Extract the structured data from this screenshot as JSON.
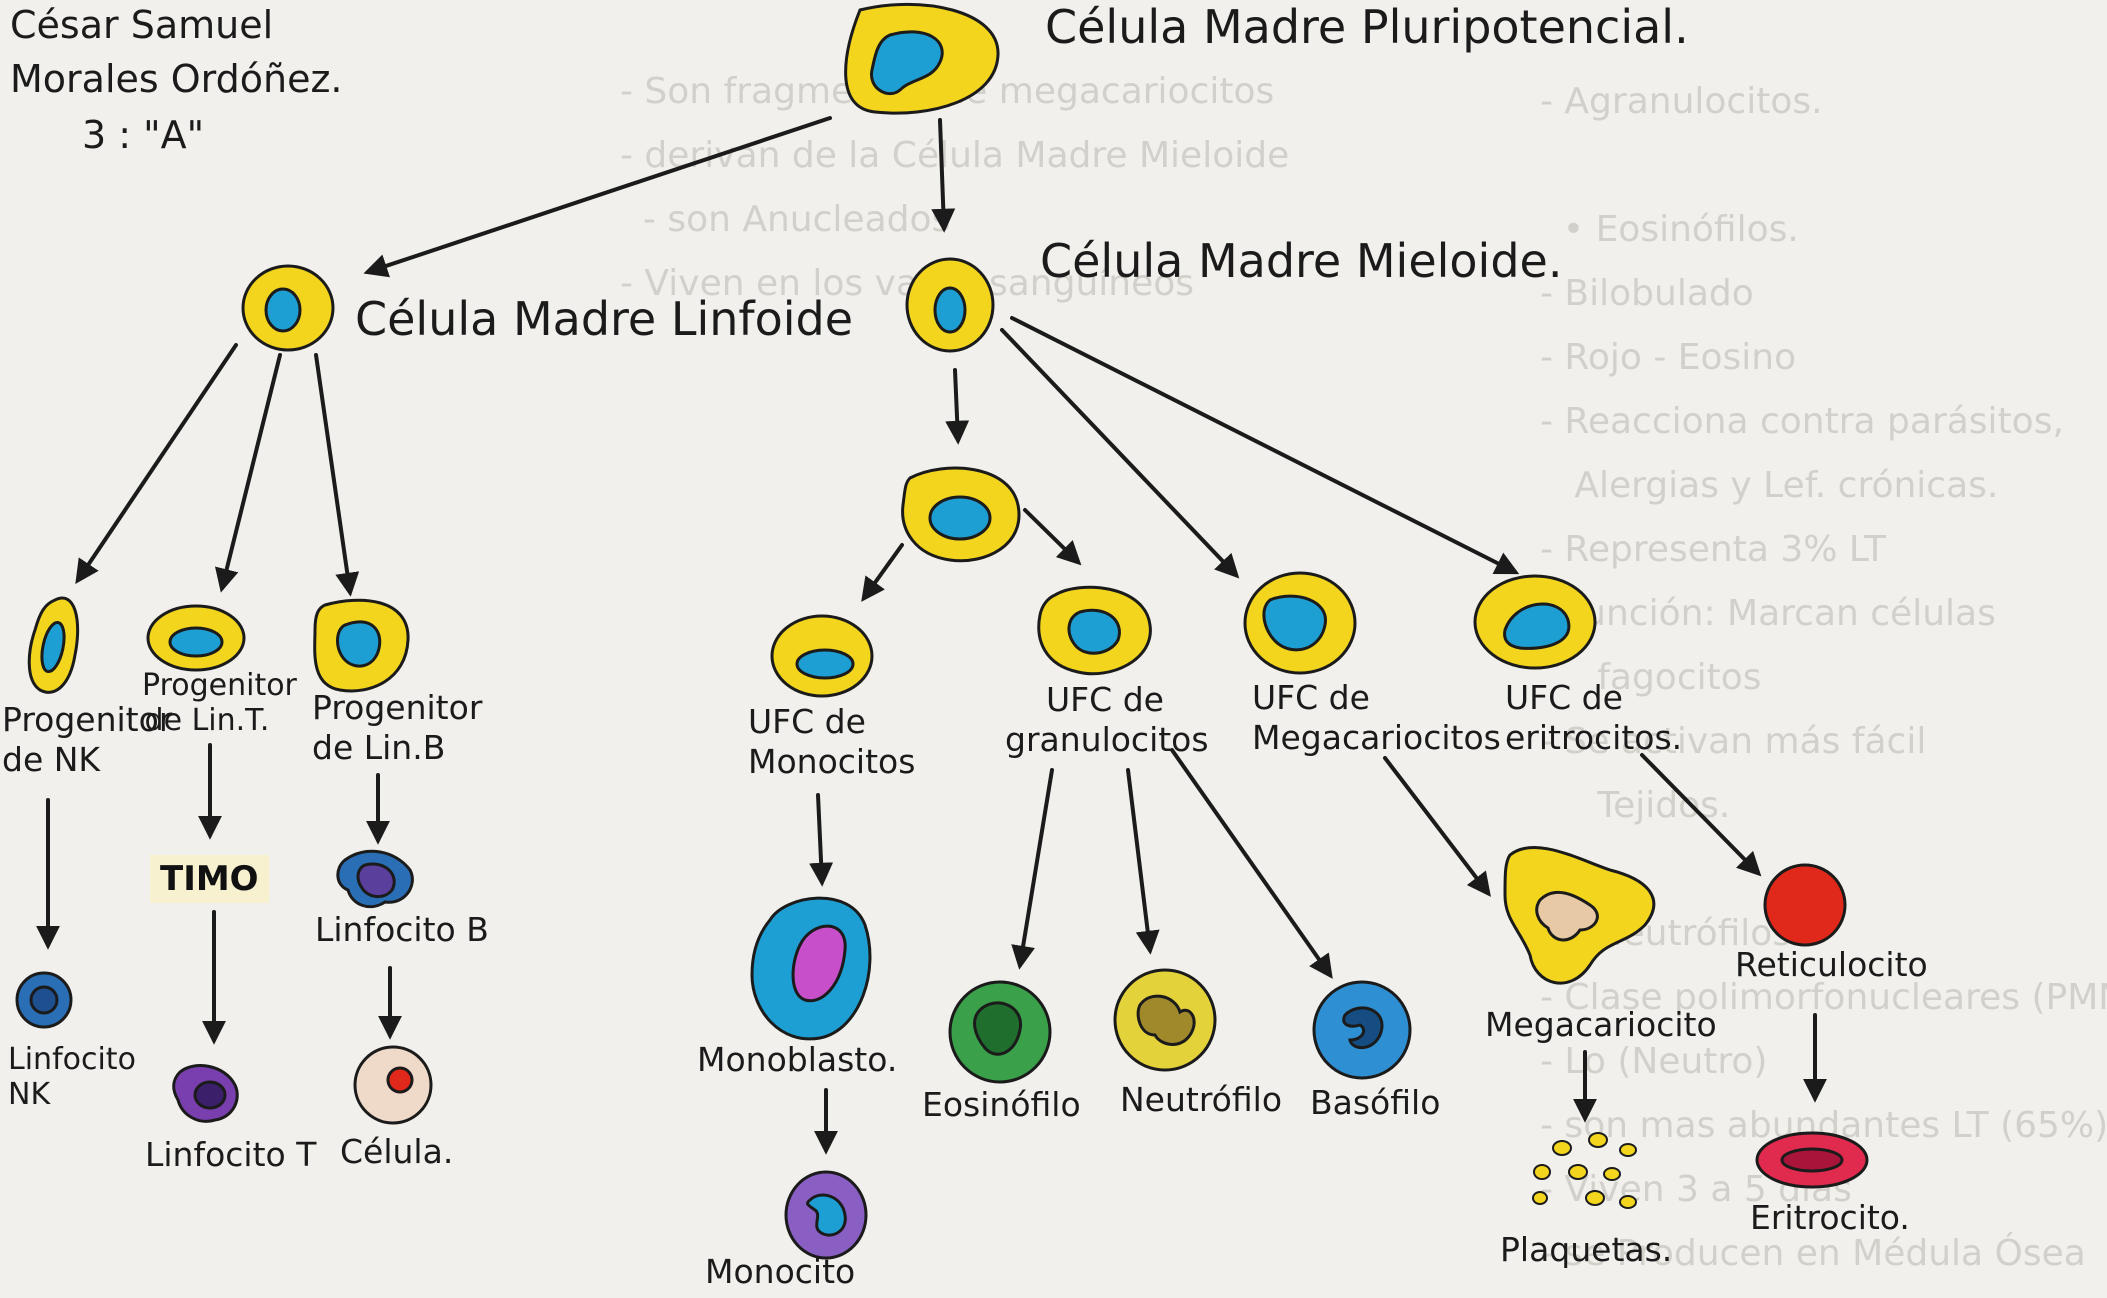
{
  "author": {
    "line1": "César Samuel",
    "line2": "Morales Ordóñez.",
    "line3": "3 : \"A\""
  },
  "nodes": {
    "pluripotencial": "Célula Madre Pluripotencial.",
    "mieloide": "Célula Madre Mieloide.",
    "linfoide": "Célula Madre Linfoide",
    "prog_nk": "Progenitor\nde NK",
    "prog_t": "Progenitor\nde Lin.T.",
    "prog_b": "Progenitor\nde Lin.B",
    "timo": "TIMO",
    "linfocito_b": "Linfocito B",
    "linfocito_nk": "Linfocito\nNK",
    "linfocito_t": "Linfocito T",
    "celula": "Célula.",
    "ufc_monocitos": "UFC de\nMonocitos",
    "ufc_granulocitos": "UFC de\ngranulocitos",
    "ufc_megacariocitos": "UFC de\nMegacariocitos",
    "ufc_eritrocitos": "UFC de\neritrocitos.",
    "monoblasto": "Monoblasto.",
    "monocito": "Monocito",
    "eosinofilo": "Eosinófilo",
    "neutrofilo": "Neutrófilo",
    "basofilo": "Basófilo",
    "megacariocito": "Megacariocito",
    "plaquetas": "Plaquetas.",
    "reticulocito": "Reticulocito",
    "eritrocito": "Eritrocito."
  },
  "colors": {
    "cytoplasm_yellow": "#f2d51c",
    "nucleus_blue": "#1e9fd4",
    "ink": "#1b1b1b",
    "monoblast_nucleus": "#c74fc9",
    "eosinophil": "#3aa04a",
    "neutrophil": "#e3d23a",
    "basophil": "#2f8fd3",
    "reticulocyte": "#e0291b",
    "erythrocyte": "#e02a4e",
    "linfocito_b": "#5a3f9c",
    "linfocito_t": "#7a3fae",
    "linfocito_nk": "#2a6fb6",
    "plaquetas": "#f2d51c"
  }
}
